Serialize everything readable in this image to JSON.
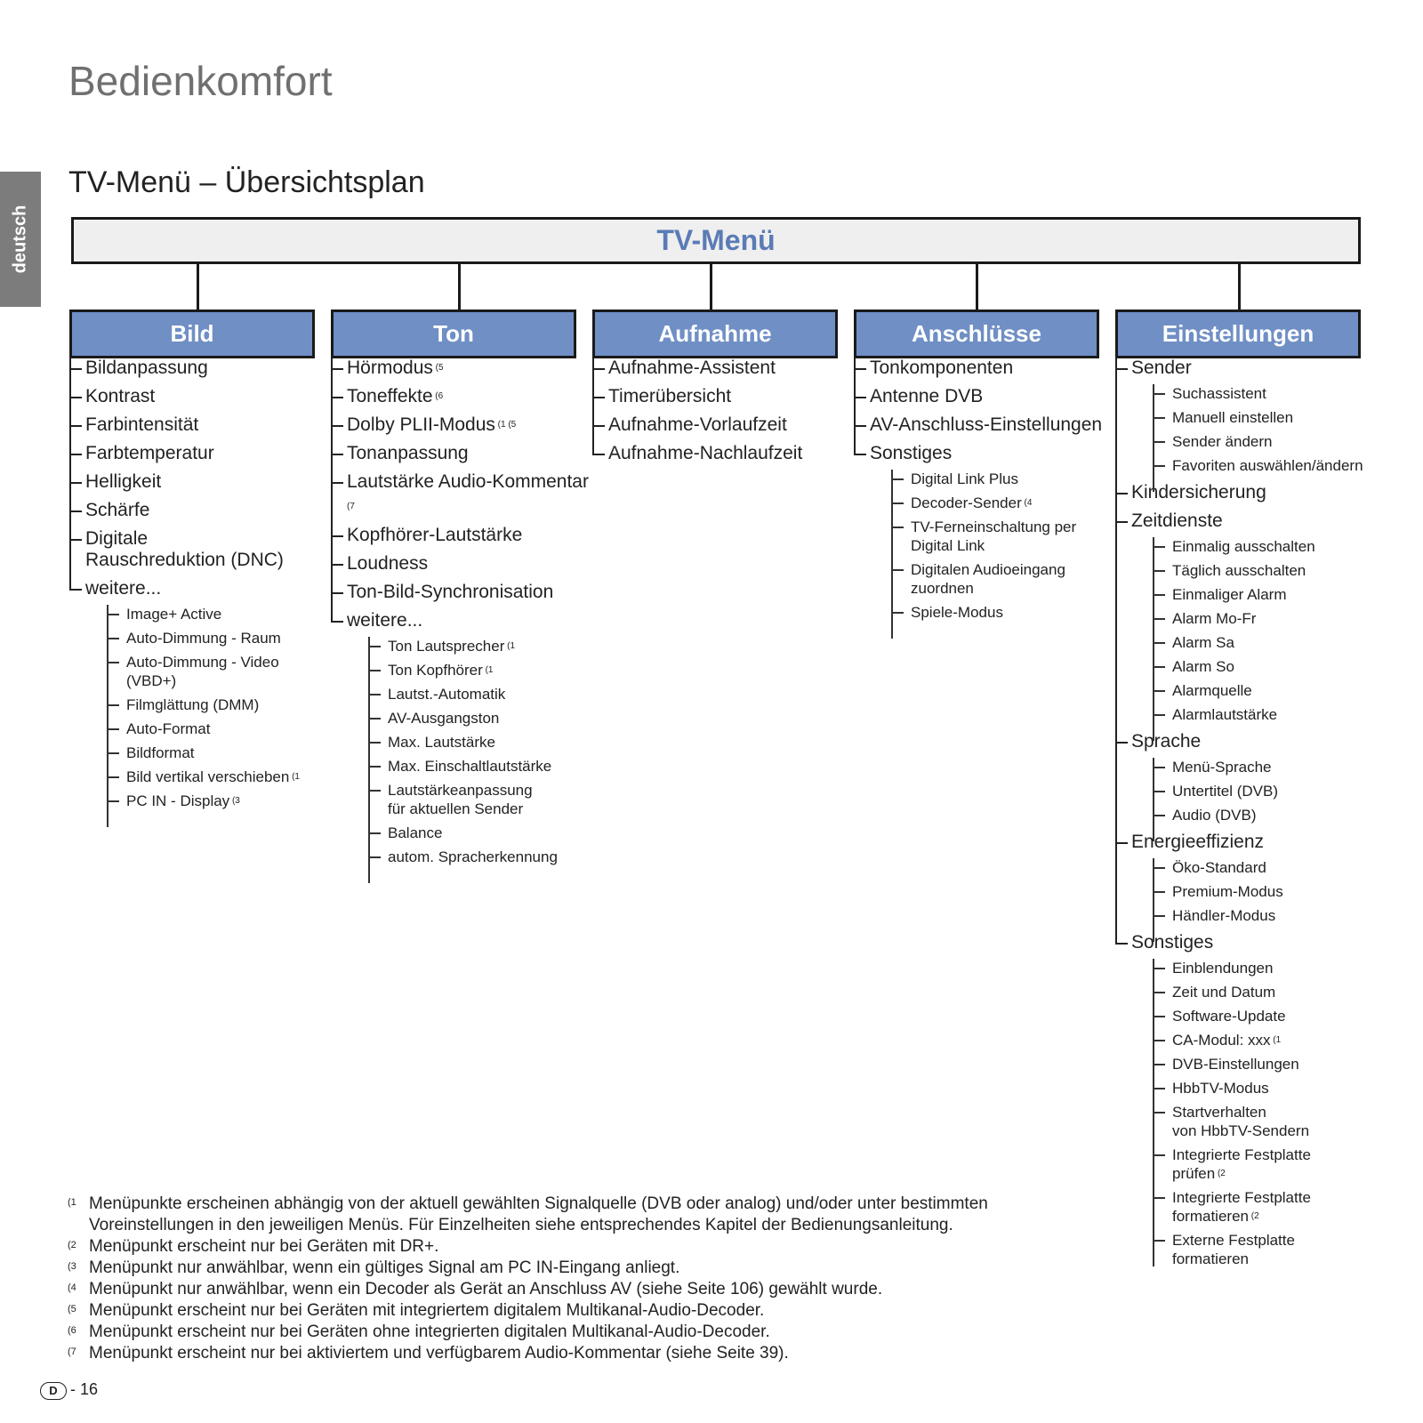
{
  "page_title": "Bedienkomfort",
  "lang_tab": "deutsch",
  "section_title": "TV-Menü – Übersichtsplan",
  "root": "TV-Menü",
  "columns": [
    {
      "title": "Bild",
      "items": [
        {
          "label": "Bildanpassung",
          "sup": ""
        },
        {
          "label": "Kontrast",
          "sup": ""
        },
        {
          "label": "Farbintensität",
          "sup": ""
        },
        {
          "label": "Farbtemperatur",
          "sup": ""
        },
        {
          "label": "Helligkeit",
          "sup": ""
        },
        {
          "label": "Schärfe",
          "sup": ""
        },
        {
          "label": "Digitale\nRauschreduktion (DNC)",
          "sup": ""
        },
        {
          "label": "weitere...",
          "sup": "",
          "children": [
            {
              "label": "Image+ Active",
              "sup": ""
            },
            {
              "label": "Auto-Dimmung - Raum",
              "sup": ""
            },
            {
              "label": "Auto-Dimmung - Video (VBD+)",
              "sup": ""
            },
            {
              "label": "Filmglättung (DMM)",
              "sup": ""
            },
            {
              "label": "Auto-Format",
              "sup": ""
            },
            {
              "label": "Bildformat",
              "sup": ""
            },
            {
              "label": "Bild vertikal verschieben",
              "sup": "(1"
            },
            {
              "label": "PC IN - Display",
              "sup": "(3"
            }
          ]
        }
      ]
    },
    {
      "title": "Ton",
      "items": [
        {
          "label": "Hörmodus",
          "sup": "(5"
        },
        {
          "label": "Toneffekte",
          "sup": "(6"
        },
        {
          "label": "Dolby PLII-Modus",
          "sup": "(1 (5"
        },
        {
          "label": "Tonanpassung",
          "sup": ""
        },
        {
          "label": "Lautstärke Audio-Kommentar",
          "sup": "(7"
        },
        {
          "label": "Kopfhörer-Lautstärke",
          "sup": ""
        },
        {
          "label": "Loudness",
          "sup": ""
        },
        {
          "label": "Ton-Bild-Synchronisation",
          "sup": ""
        },
        {
          "label": "weitere...",
          "sup": "",
          "children": [
            {
              "label": "Ton Lautsprecher",
              "sup": "(1"
            },
            {
              "label": "Ton Kopfhörer",
              "sup": "(1"
            },
            {
              "label": "Lautst.-Automatik",
              "sup": ""
            },
            {
              "label": "AV-Ausgangston",
              "sup": ""
            },
            {
              "label": "Max. Lautstärke",
              "sup": ""
            },
            {
              "label": "Max. Einschaltlautstärke",
              "sup": ""
            },
            {
              "label": "Lautstärkeanpassung\nfür aktuellen Sender",
              "sup": ""
            },
            {
              "label": "Balance",
              "sup": ""
            },
            {
              "label": "autom. Spracherkennung",
              "sup": ""
            }
          ]
        }
      ]
    },
    {
      "title": "Aufnahme",
      "items": [
        {
          "label": "Aufnahme-Assistent",
          "sup": ""
        },
        {
          "label": "Timerübersicht",
          "sup": ""
        },
        {
          "label": "Aufnahme-Vorlaufzeit",
          "sup": ""
        },
        {
          "label": "Aufnahme-Nachlaufzeit",
          "sup": ""
        }
      ]
    },
    {
      "title": "Anschlüsse",
      "items": [
        {
          "label": "Tonkomponenten",
          "sup": ""
        },
        {
          "label": "Antenne DVB",
          "sup": ""
        },
        {
          "label": "AV-Anschluss-Einstellungen",
          "sup": ""
        },
        {
          "label": "Sonstiges",
          "sup": "",
          "children": [
            {
              "label": "Digital Link Plus",
              "sup": ""
            },
            {
              "label": "Decoder-Sender",
              "sup": "(4"
            },
            {
              "label": "TV-Ferneinschaltung per\nDigital Link",
              "sup": ""
            },
            {
              "label": "Digitalen Audioeingang\nzuordnen",
              "sup": ""
            },
            {
              "label": "Spiele-Modus",
              "sup": ""
            }
          ]
        }
      ]
    },
    {
      "title": "Einstellungen",
      "items": [
        {
          "label": "Sender",
          "sup": "",
          "children": [
            {
              "label": "Suchassistent",
              "sup": ""
            },
            {
              "label": "Manuell einstellen",
              "sup": ""
            },
            {
              "label": "Sender ändern",
              "sup": ""
            },
            {
              "label": "Favoriten auswählen/ändern",
              "sup": ""
            }
          ]
        },
        {
          "label": "Kindersicherung",
          "sup": ""
        },
        {
          "label": "Zeitdienste",
          "sup": "",
          "children": [
            {
              "label": "Einmalig ausschalten",
              "sup": ""
            },
            {
              "label": "Täglich ausschalten",
              "sup": ""
            },
            {
              "label": "Einmaliger Alarm",
              "sup": ""
            },
            {
              "label": "Alarm Mo-Fr",
              "sup": ""
            },
            {
              "label": "Alarm Sa",
              "sup": ""
            },
            {
              "label": "Alarm So",
              "sup": ""
            },
            {
              "label": "Alarmquelle",
              "sup": ""
            },
            {
              "label": "Alarmlautstärke",
              "sup": ""
            }
          ]
        },
        {
          "label": "Sprache",
          "sup": "",
          "children": [
            {
              "label": "Menü-Sprache",
              "sup": ""
            },
            {
              "label": "Untertitel (DVB)",
              "sup": ""
            },
            {
              "label": "Audio (DVB)",
              "sup": ""
            }
          ]
        },
        {
          "label": "Energieeffizienz",
          "sup": "",
          "children": [
            {
              "label": "Öko-Standard",
              "sup": ""
            },
            {
              "label": "Premium-Modus",
              "sup": ""
            },
            {
              "label": "Händler-Modus",
              "sup": ""
            }
          ]
        },
        {
          "label": "Sonstiges",
          "sup": "",
          "children": [
            {
              "label": "Einblendungen",
              "sup": ""
            },
            {
              "label": "Zeit und Datum",
              "sup": ""
            },
            {
              "label": "Software-Update",
              "sup": ""
            },
            {
              "label": "CA-Modul: xxx",
              "sup": "(1"
            },
            {
              "label": "DVB-Einstellungen",
              "sup": ""
            },
            {
              "label": "HbbTV-Modus",
              "sup": ""
            },
            {
              "label": "Startverhalten\nvon HbbTV-Sendern",
              "sup": ""
            },
            {
              "label": "Integrierte Festplatte\nprüfen",
              "sup": "(2"
            },
            {
              "label": "Integrierte Festplatte\nformatieren",
              "sup": "(2"
            },
            {
              "label": "Externe Festplatte\nformatieren",
              "sup": ""
            }
          ]
        }
      ]
    }
  ],
  "footnotes": [
    {
      "mark": "(1",
      "text": "Menüpunkte erscheinen abhängig von der aktuell gewählten Signalquelle (DVB oder analog) und/oder unter bestimmten Voreinstellungen in den jeweiligen Menüs. Für Einzelheiten siehe entsprechendes Kapitel der Bedienungsanleitung."
    },
    {
      "mark": "(2",
      "text": "Menüpunkt erscheint nur bei Geräten mit DR+."
    },
    {
      "mark": "(3",
      "text": "Menüpunkt nur anwählbar, wenn ein gültiges Signal am PC IN-Eingang anliegt."
    },
    {
      "mark": "(4",
      "text": "Menüpunkt nur anwählbar, wenn ein Decoder als Gerät an Anschluss AV (siehe Seite 106) gewählt wurde."
    },
    {
      "mark": "(5",
      "text": "Menüpunkt erscheint nur bei Geräten mit integriertem digitalem Multikanal-Audio-Decoder."
    },
    {
      "mark": "(6",
      "text": "Menüpunkt erscheint nur bei Geräten ohne integrierten digitalen Multikanal-Audio-Decoder."
    },
    {
      "mark": "(7",
      "text": "Menüpunkt erscheint nur bei aktiviertem und verfügbarem Audio-Kommentar (siehe Seite 39)."
    }
  ],
  "page_number": {
    "badge": "D",
    "text": "- 16"
  }
}
